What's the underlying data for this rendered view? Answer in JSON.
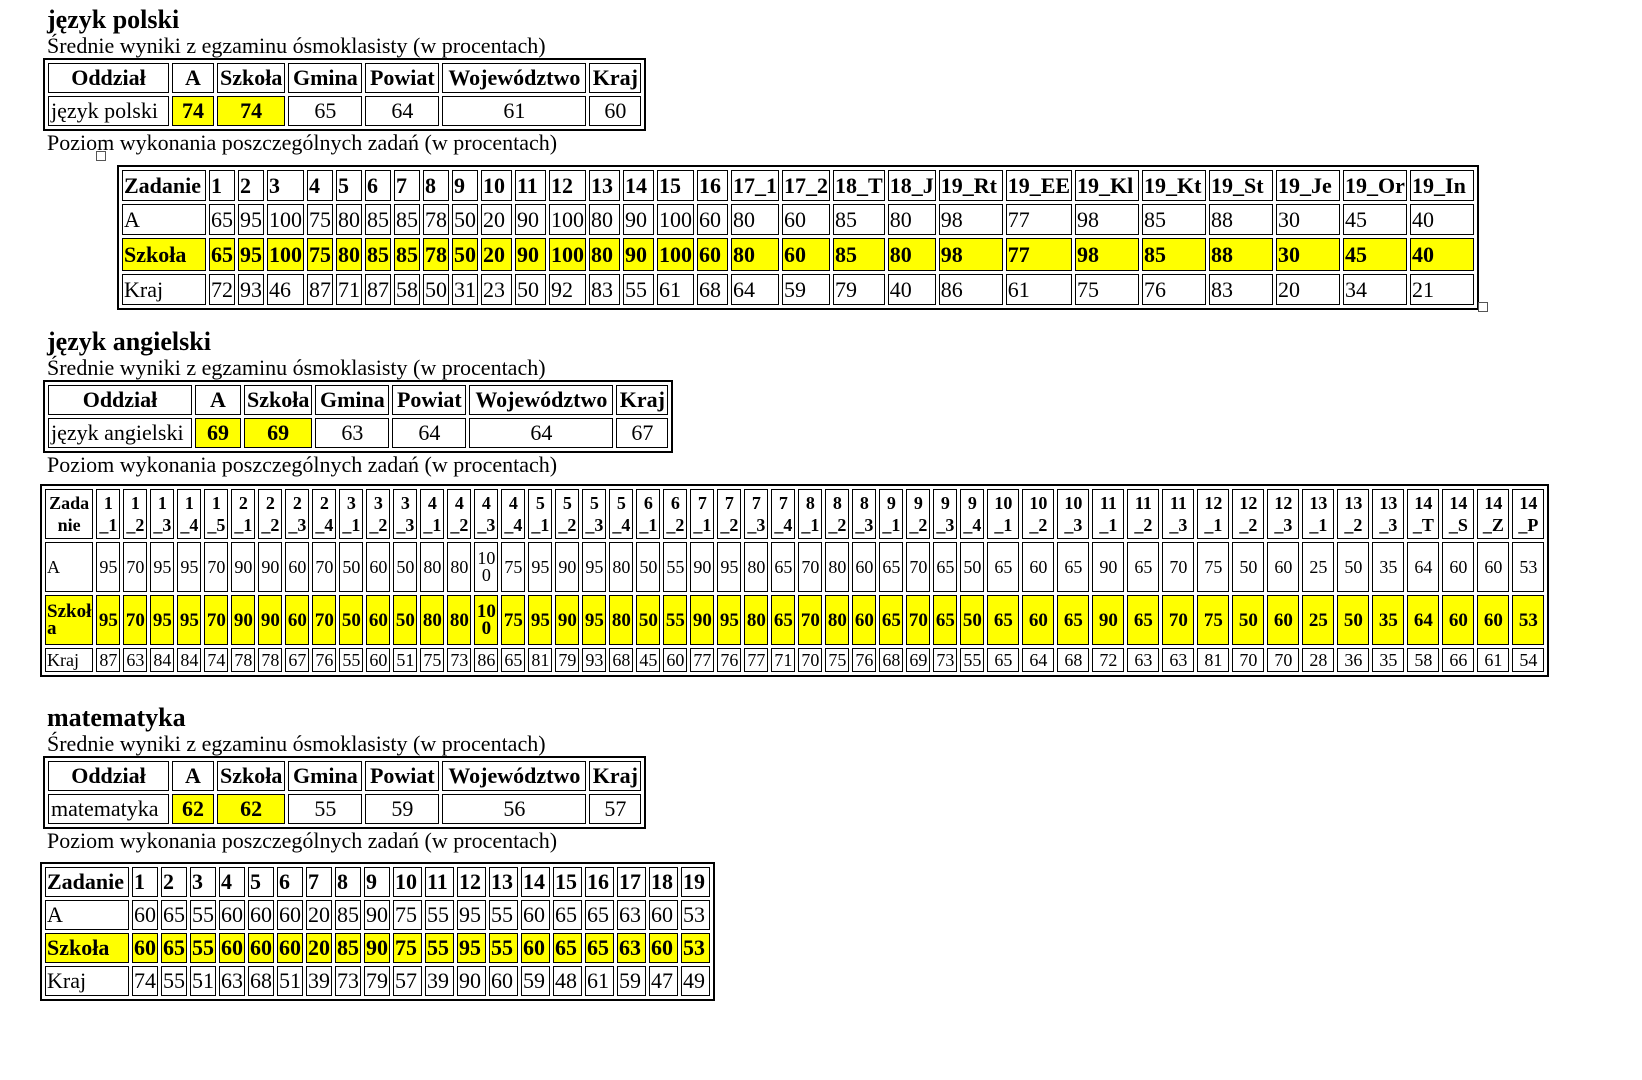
{
  "polski": {
    "title": "język polski",
    "avg_caption": "Średnie wyniki z egzaminu ósmoklasisty (w procentach)",
    "avg_headers": [
      "Oddział",
      "A",
      "Szkoła",
      "Gmina",
      "Powiat",
      "Województwo",
      "Kraj"
    ],
    "avg_row": [
      "język polski",
      "74",
      "74",
      "65",
      "64",
      "61",
      "60"
    ],
    "task_caption": "Poziom wykonania poszczególnych zadań (w procentach)",
    "tasks": [
      "1",
      "2",
      "3",
      "4",
      "5",
      "6",
      "7",
      "8",
      "9",
      "10",
      "11",
      "12",
      "13",
      "14",
      "15",
      "16",
      "17_1",
      "17_2",
      "18_T",
      "18_J",
      "19_Rt",
      "19_EE",
      "19_Kl",
      "19_Kt",
      "19_St",
      "19_Je",
      "19_Or",
      "19_In"
    ],
    "row_labels": {
      "header": "Zadanie",
      "a": "A",
      "school": "Szkoła",
      "country": "Kraj"
    },
    "a": [
      "65",
      "95",
      "100",
      "75",
      "80",
      "85",
      "85",
      "78",
      "50",
      "20",
      "90",
      "100",
      "80",
      "90",
      "100",
      "60",
      "80",
      "60",
      "85",
      "80",
      "98",
      "77",
      "98",
      "85",
      "88",
      "30",
      "45",
      "40"
    ],
    "school": [
      "65",
      "95",
      "100",
      "75",
      "80",
      "85",
      "85",
      "78",
      "50",
      "20",
      "90",
      "100",
      "80",
      "90",
      "100",
      "60",
      "80",
      "60",
      "85",
      "80",
      "98",
      "77",
      "98",
      "85",
      "88",
      "30",
      "45",
      "40"
    ],
    "country": [
      "72",
      "93",
      "46",
      "87",
      "71",
      "87",
      "58",
      "50",
      "31",
      "23",
      "50",
      "92",
      "83",
      "55",
      "61",
      "68",
      "64",
      "59",
      "79",
      "40",
      "86",
      "61",
      "75",
      "76",
      "83",
      "20",
      "34",
      "21"
    ]
  },
  "angielski": {
    "title": "język angielski",
    "avg_caption": "Średnie wyniki z egzaminu ósmoklasisty (w procentach)",
    "avg_headers": [
      "Oddział",
      "A",
      "Szkoła",
      "Gmina",
      "Powiat",
      "Województwo",
      "Kraj"
    ],
    "avg_row": [
      "język angielski",
      "69",
      "69",
      "63",
      "64",
      "64",
      "67"
    ],
    "task_caption": "Poziom wykonania poszczególnych zadań (w procentach)",
    "row_labels": {
      "header_top": "Zada",
      "header_bottom": "nie",
      "a": "A",
      "school_top": "Szkoł",
      "school_bottom": "a",
      "country": "Kraj"
    },
    "tasks_top": [
      "1",
      "1",
      "1",
      "1",
      "1",
      "2",
      "2",
      "2",
      "2",
      "3",
      "3",
      "3",
      "4",
      "4",
      "4",
      "4",
      "5",
      "5",
      "5",
      "5",
      "6",
      "6",
      "7",
      "7",
      "7",
      "7",
      "8",
      "8",
      "8",
      "9",
      "9",
      "9",
      "9",
      "10",
      "10",
      "10",
      "11",
      "11",
      "11",
      "12",
      "12",
      "12",
      "13",
      "13",
      "13",
      "14",
      "14",
      "14",
      "14"
    ],
    "tasks_bottom": [
      "_1",
      "_2",
      "_3",
      "_4",
      "_5",
      "_1",
      "_2",
      "_3",
      "_4",
      "_1",
      "_2",
      "_3",
      "_1",
      "_2",
      "_3",
      "_4",
      "_1",
      "_2",
      "_3",
      "_4",
      "_1",
      "_2",
      "_1",
      "_2",
      "_3",
      "_4",
      "_1",
      "_2",
      "_3",
      "_1",
      "_2",
      "_3",
      "_4",
      "_1",
      "_2",
      "_3",
      "_1",
      "_2",
      "_3",
      "_1",
      "_2",
      "_3",
      "_1",
      "_2",
      "_3",
      "_T",
      "_S",
      "_Z",
      "_P"
    ],
    "a_top": [
      "95",
      "70",
      "95",
      "95",
      "70",
      "90",
      "90",
      "60",
      "70",
      "50",
      "60",
      "50",
      "80",
      "80",
      "10",
      "75",
      "95",
      "90",
      "95",
      "80",
      "50",
      "55",
      "90",
      "95",
      "80",
      "65",
      "70",
      "80",
      "60",
      "65",
      "70",
      "65",
      "50",
      "65",
      "60",
      "65",
      "90",
      "65",
      "70",
      "75",
      "50",
      "60",
      "25",
      "50",
      "35",
      "64",
      "60",
      "60",
      "53"
    ],
    "a_bottom": [
      "",
      "",
      "",
      "",
      "",
      "",
      "",
      "",
      "",
      "",
      "",
      "",
      "",
      "",
      "0",
      "",
      "",
      "",
      "",
      "",
      "",
      "",
      "",
      "",
      "",
      "",
      "",
      "",
      "",
      "",
      "",
      "",
      "",
      "",
      "",
      "",
      "",
      "",
      "",
      "",
      "",
      "",
      "",
      "",
      "",
      "",
      "",
      "",
      ""
    ],
    "school_top": [
      "95",
      "70",
      "95",
      "95",
      "70",
      "90",
      "90",
      "60",
      "70",
      "50",
      "60",
      "50",
      "80",
      "80",
      "10",
      "75",
      "95",
      "90",
      "95",
      "80",
      "50",
      "55",
      "90",
      "95",
      "80",
      "65",
      "70",
      "80",
      "60",
      "65",
      "70",
      "65",
      "50",
      "65",
      "60",
      "65",
      "90",
      "65",
      "70",
      "75",
      "50",
      "60",
      "25",
      "50",
      "35",
      "64",
      "60",
      "60",
      "53"
    ],
    "school_bottom": [
      "",
      "",
      "",
      "",
      "",
      "",
      "",
      "",
      "",
      "",
      "",
      "",
      "",
      "",
      "0",
      "",
      "",
      "",
      "",
      "",
      "",
      "",
      "",
      "",
      "",
      "",
      "",
      "",
      "",
      "",
      "",
      "",
      "",
      "",
      "",
      "",
      "",
      "",
      "",
      "",
      "",
      "",
      "",
      "",
      "",
      "",
      "",
      "",
      ""
    ],
    "country": [
      "87",
      "63",
      "84",
      "84",
      "74",
      "78",
      "78",
      "67",
      "76",
      "55",
      "60",
      "51",
      "75",
      "73",
      "86",
      "65",
      "81",
      "79",
      "93",
      "68",
      "45",
      "60",
      "77",
      "76",
      "77",
      "71",
      "70",
      "75",
      "76",
      "68",
      "69",
      "73",
      "55",
      "65",
      "64",
      "68",
      "72",
      "63",
      "63",
      "81",
      "70",
      "70",
      "28",
      "36",
      "35",
      "58",
      "66",
      "61",
      "54"
    ]
  },
  "matematyka": {
    "title": "matematyka",
    "avg_caption": "Średnie wyniki z egzaminu ósmoklasisty (w procentach)",
    "avg_headers": [
      "Oddział",
      "A",
      "Szkoła",
      "Gmina",
      "Powiat",
      "Województwo",
      "Kraj"
    ],
    "avg_row": [
      "matematyka",
      "62",
      "62",
      "55",
      "59",
      "56",
      "57"
    ],
    "task_caption": "Poziom wykonania poszczególnych zadań (w procentach)",
    "tasks": [
      "1",
      "2",
      "3",
      "4",
      "5",
      "6",
      "7",
      "8",
      "9",
      "10",
      "11",
      "12",
      "13",
      "14",
      "15",
      "16",
      "17",
      "18",
      "19"
    ],
    "row_labels": {
      "header": "Zadanie",
      "a": "A",
      "school": "Szkoła",
      "country": "Kraj"
    },
    "a": [
      "60",
      "65",
      "55",
      "60",
      "60",
      "60",
      "20",
      "85",
      "90",
      "75",
      "55",
      "95",
      "55",
      "60",
      "65",
      "65",
      "63",
      "60",
      "53"
    ],
    "school": [
      "60",
      "65",
      "55",
      "60",
      "60",
      "60",
      "20",
      "85",
      "90",
      "75",
      "55",
      "95",
      "55",
      "60",
      "65",
      "65",
      "63",
      "60",
      "53"
    ],
    "country": [
      "74",
      "55",
      "51",
      "63",
      "68",
      "51",
      "39",
      "73",
      "79",
      "57",
      "39",
      "90",
      "60",
      "59",
      "48",
      "61",
      "59",
      "47",
      "49"
    ]
  },
  "colors": {
    "highlight": "#ffff00",
    "border": "#000000"
  }
}
